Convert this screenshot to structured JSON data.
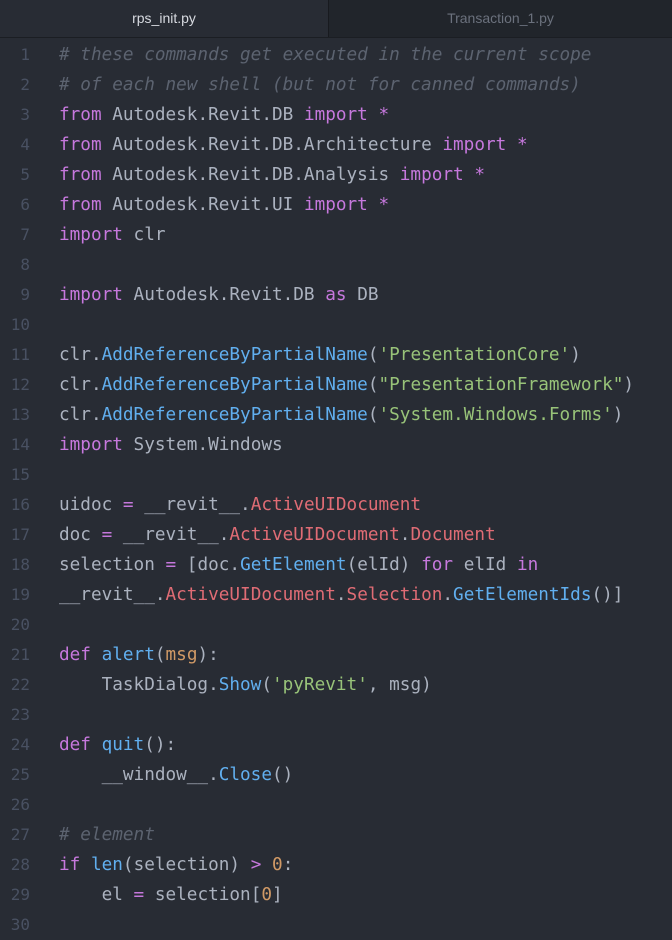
{
  "tabs": [
    {
      "label": "rps_init.py",
      "active": true
    },
    {
      "label": "Transaction_1.py",
      "active": false
    }
  ],
  "colors": {
    "background": "#282c34",
    "keyword": "#c678dd",
    "comment": "#5c6370",
    "function": "#61afef",
    "string": "#98c379",
    "property": "#e06c75",
    "number": "#d19a66"
  },
  "lines": [
    {
      "num": "1",
      "tokens": [
        [
          "comment",
          "# these commands get executed in the current scope"
        ]
      ]
    },
    {
      "num": "2",
      "tokens": [
        [
          "comment",
          "# of each new shell (but not for canned commands)"
        ]
      ]
    },
    {
      "num": "3",
      "tokens": [
        [
          "keyword",
          "from"
        ],
        [
          "plain",
          " Autodesk.Revit.DB "
        ],
        [
          "keyword",
          "import"
        ],
        [
          "plain",
          " "
        ],
        [
          "keyword",
          "*"
        ]
      ]
    },
    {
      "num": "4",
      "tokens": [
        [
          "keyword",
          "from"
        ],
        [
          "plain",
          " Autodesk.Revit.DB.Architecture "
        ],
        [
          "keyword",
          "import"
        ],
        [
          "plain",
          " "
        ],
        [
          "keyword",
          "*"
        ]
      ]
    },
    {
      "num": "5",
      "tokens": [
        [
          "keyword",
          "from"
        ],
        [
          "plain",
          " Autodesk.Revit.DB.Analysis "
        ],
        [
          "keyword",
          "import"
        ],
        [
          "plain",
          " "
        ],
        [
          "keyword",
          "*"
        ]
      ]
    },
    {
      "num": "6",
      "tokens": [
        [
          "keyword",
          "from"
        ],
        [
          "plain",
          " Autodesk.Revit.UI "
        ],
        [
          "keyword",
          "import"
        ],
        [
          "plain",
          " "
        ],
        [
          "keyword",
          "*"
        ]
      ]
    },
    {
      "num": "7",
      "tokens": [
        [
          "keyword",
          "import"
        ],
        [
          "plain",
          " clr"
        ]
      ]
    },
    {
      "num": "8",
      "tokens": []
    },
    {
      "num": "9",
      "tokens": [
        [
          "keyword",
          "import"
        ],
        [
          "plain",
          " Autodesk.Revit.DB "
        ],
        [
          "keyword",
          "as"
        ],
        [
          "plain",
          " DB"
        ]
      ]
    },
    {
      "num": "10",
      "tokens": []
    },
    {
      "num": "11",
      "tokens": [
        [
          "plain",
          "clr."
        ],
        [
          "function",
          "AddReferenceByPartialName"
        ],
        [
          "plain",
          "("
        ],
        [
          "string",
          "'PresentationCore'"
        ],
        [
          "plain",
          ")"
        ]
      ]
    },
    {
      "num": "12",
      "tokens": [
        [
          "plain",
          "clr."
        ],
        [
          "function",
          "AddReferenceByPartialName"
        ],
        [
          "plain",
          "("
        ],
        [
          "string",
          "\"PresentationFramework\""
        ],
        [
          "plain",
          ")"
        ]
      ]
    },
    {
      "num": "13",
      "tokens": [
        [
          "plain",
          "clr."
        ],
        [
          "function",
          "AddReferenceByPartialName"
        ],
        [
          "plain",
          "("
        ],
        [
          "string",
          "'System.Windows.Forms'"
        ],
        [
          "plain",
          ")"
        ]
      ]
    },
    {
      "num": "14",
      "tokens": [
        [
          "keyword",
          "import"
        ],
        [
          "plain",
          " System.Windows"
        ]
      ]
    },
    {
      "num": "15",
      "tokens": []
    },
    {
      "num": "16",
      "tokens": [
        [
          "plain",
          "uidoc "
        ],
        [
          "keyword",
          "="
        ],
        [
          "plain",
          " __revit__."
        ],
        [
          "property",
          "ActiveUIDocument"
        ]
      ]
    },
    {
      "num": "17",
      "tokens": [
        [
          "plain",
          "doc "
        ],
        [
          "keyword",
          "="
        ],
        [
          "plain",
          " __revit__."
        ],
        [
          "property",
          "ActiveUIDocument"
        ],
        [
          "plain",
          "."
        ],
        [
          "property",
          "Document"
        ]
      ]
    },
    {
      "num": "18",
      "tokens": [
        [
          "plain",
          "selection "
        ],
        [
          "keyword",
          "="
        ],
        [
          "plain",
          " [doc."
        ],
        [
          "function",
          "GetElement"
        ],
        [
          "plain",
          "(elId) "
        ],
        [
          "keyword",
          "for"
        ],
        [
          "plain",
          " elId "
        ],
        [
          "keyword",
          "in"
        ]
      ]
    },
    {
      "num": "19",
      "tokens": [
        [
          "plain",
          "__revit__."
        ],
        [
          "property",
          "ActiveUIDocument"
        ],
        [
          "plain",
          "."
        ],
        [
          "property",
          "Selection"
        ],
        [
          "plain",
          "."
        ],
        [
          "function",
          "GetElementIds"
        ],
        [
          "plain",
          "()]"
        ]
      ]
    },
    {
      "num": "20",
      "tokens": []
    },
    {
      "num": "21",
      "tokens": [
        [
          "keyword",
          "def"
        ],
        [
          "plain",
          " "
        ],
        [
          "function",
          "alert"
        ],
        [
          "plain",
          "("
        ],
        [
          "param",
          "msg"
        ],
        [
          "plain",
          "):"
        ]
      ]
    },
    {
      "num": "22",
      "tokens": [
        [
          "plain",
          "    TaskDialog."
        ],
        [
          "function",
          "Show"
        ],
        [
          "plain",
          "("
        ],
        [
          "string",
          "'pyRevit'"
        ],
        [
          "plain",
          ", msg)"
        ]
      ]
    },
    {
      "num": "23",
      "tokens": []
    },
    {
      "num": "24",
      "tokens": [
        [
          "keyword",
          "def"
        ],
        [
          "plain",
          " "
        ],
        [
          "function",
          "quit"
        ],
        [
          "plain",
          "():"
        ]
      ]
    },
    {
      "num": "25",
      "tokens": [
        [
          "plain",
          "    __window__."
        ],
        [
          "function",
          "Close"
        ],
        [
          "plain",
          "()"
        ]
      ]
    },
    {
      "num": "26",
      "tokens": []
    },
    {
      "num": "27",
      "tokens": [
        [
          "comment",
          "# element"
        ]
      ]
    },
    {
      "num": "28",
      "tokens": [
        [
          "keyword",
          "if"
        ],
        [
          "plain",
          " "
        ],
        [
          "function",
          "len"
        ],
        [
          "plain",
          "(selection) "
        ],
        [
          "keyword",
          ">"
        ],
        [
          "plain",
          " "
        ],
        [
          "number",
          "0"
        ],
        [
          "plain",
          ":"
        ]
      ]
    },
    {
      "num": "29",
      "tokens": [
        [
          "plain",
          "    el "
        ],
        [
          "keyword",
          "="
        ],
        [
          "plain",
          " selection["
        ],
        [
          "number",
          "0"
        ],
        [
          "plain",
          "]"
        ]
      ]
    },
    {
      "num": "30",
      "tokens": []
    }
  ]
}
